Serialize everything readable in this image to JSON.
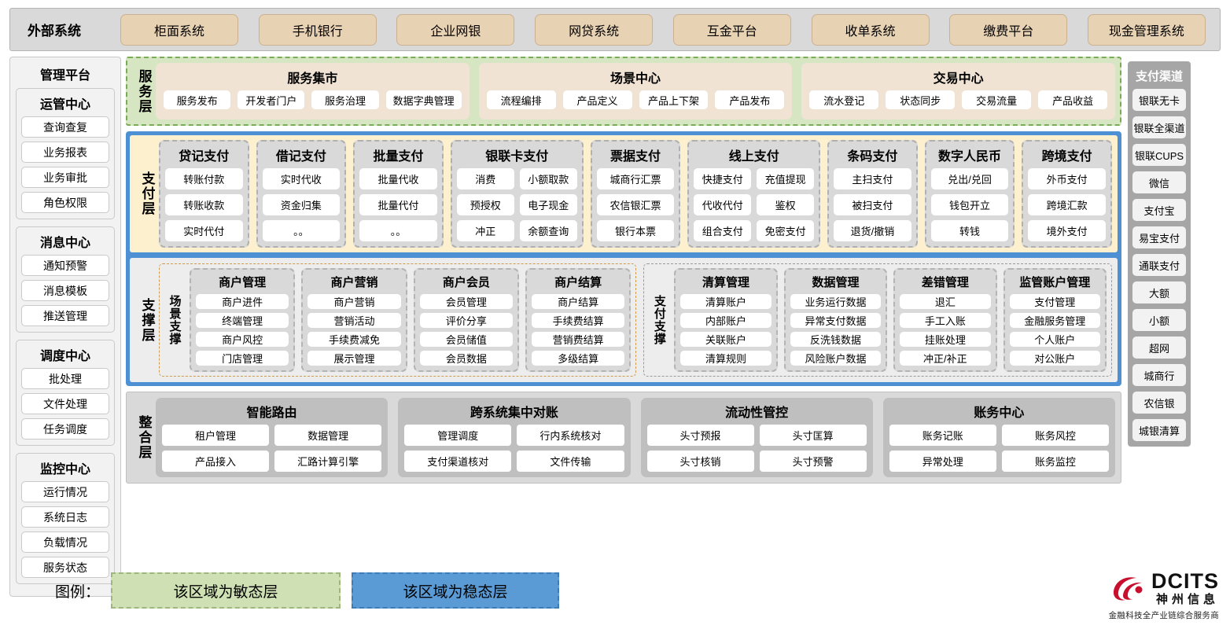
{
  "external": {
    "title": "外部系统",
    "systems": [
      "柜面系统",
      "手机银行",
      "企业网银",
      "网贷系统",
      "互金平台",
      "收单系统",
      "缴费平台",
      "现金管理系统"
    ]
  },
  "management": {
    "title": "管理平台",
    "groups": [
      {
        "title": "运管中心",
        "items": [
          "查询查复",
          "业务报表",
          "业务审批",
          "角色权限"
        ]
      },
      {
        "title": "消息中心",
        "items": [
          "通知预警",
          "消息模板",
          "推送管理"
        ]
      },
      {
        "title": "调度中心",
        "items": [
          "批处理",
          "文件处理",
          "任务调度"
        ]
      },
      {
        "title": "监控中心",
        "items": [
          "运行情况",
          "系统日志",
          "负载情况",
          "服务状态"
        ]
      }
    ]
  },
  "channels": {
    "title": "支付渠道",
    "items": [
      "银联无卡",
      "银联全渠道",
      "银联CUPS",
      "微信",
      "支付宝",
      "易宝支付",
      "通联支付",
      "大额",
      "小额",
      "超网",
      "城商行",
      "农信银",
      "城银清算"
    ]
  },
  "service_layer": {
    "label": "服务层",
    "groups": [
      {
        "title": "服务集市",
        "items": [
          "服务发布",
          "开发者门户",
          "服务治理",
          "数据字典管理"
        ]
      },
      {
        "title": "场景中心",
        "items": [
          "流程编排",
          "产品定义",
          "产品上下架",
          "产品发布"
        ]
      },
      {
        "title": "交易中心",
        "items": [
          "流水登记",
          "状态同步",
          "交易流量",
          "产品收益"
        ]
      }
    ]
  },
  "payment_layer": {
    "label": "支付层",
    "groups": [
      {
        "title": "贷记支付",
        "cols": 1,
        "rows": [
          [
            "转账付款"
          ],
          [
            "转账收款"
          ],
          [
            "实时代付"
          ]
        ]
      },
      {
        "title": "借记支付",
        "cols": 1,
        "rows": [
          [
            "实时代收"
          ],
          [
            "资金归集"
          ],
          [
            "。。"
          ]
        ]
      },
      {
        "title": "批量支付",
        "cols": 1,
        "rows": [
          [
            "批量代收"
          ],
          [
            "批量代付"
          ],
          [
            "。。"
          ]
        ]
      },
      {
        "title": "银联卡支付",
        "cols": 2,
        "rows": [
          [
            "消费",
            "小额取款"
          ],
          [
            "预授权",
            "电子现金"
          ],
          [
            "冲正",
            "余额查询"
          ]
        ]
      },
      {
        "title": "票据支付",
        "cols": 1,
        "rows": [
          [
            "城商行汇票"
          ],
          [
            "农信银汇票"
          ],
          [
            "银行本票"
          ]
        ]
      },
      {
        "title": "线上支付",
        "cols": 2,
        "rows": [
          [
            "快捷支付",
            "充值提现"
          ],
          [
            "代收代付",
            "鉴权"
          ],
          [
            "组合支付",
            "免密支付"
          ]
        ]
      },
      {
        "title": "条码支付",
        "cols": 1,
        "rows": [
          [
            "主扫支付"
          ],
          [
            "被扫支付"
          ],
          [
            "退货/撤销"
          ]
        ]
      },
      {
        "title": "数字人民币",
        "cols": 1,
        "rows": [
          [
            "兑出/兑回"
          ],
          [
            "钱包开立"
          ],
          [
            "转钱"
          ]
        ]
      },
      {
        "title": "跨境支付",
        "cols": 1,
        "rows": [
          [
            "外币支付"
          ],
          [
            "跨境汇款"
          ],
          [
            "境外支付"
          ]
        ]
      }
    ]
  },
  "support_layer": {
    "label": "支撑层",
    "zones": [
      {
        "label": "场景支撑",
        "groups": [
          {
            "title": "商户管理",
            "items": [
              "商户进件",
              "终端管理",
              "商户风控",
              "门店管理"
            ]
          },
          {
            "title": "商户营销",
            "items": [
              "商户营销",
              "营销活动",
              "手续费减免",
              "展示管理"
            ]
          },
          {
            "title": "商户会员",
            "items": [
              "会员管理",
              "评价分享",
              "会员储值",
              "会员数据"
            ]
          },
          {
            "title": "商户结算",
            "items": [
              "商户结算",
              "手续费结算",
              "营销费结算",
              "多级结算"
            ]
          }
        ]
      },
      {
        "label": "支付支撑",
        "groups": [
          {
            "title": "清算管理",
            "items": [
              "清算账户",
              "内部账户",
              "关联账户",
              "清算规则"
            ]
          },
          {
            "title": "数据管理",
            "items": [
              "业务运行数据",
              "异常支付数据",
              "反洗钱数据",
              "风险账户数据"
            ]
          },
          {
            "title": "差错管理",
            "items": [
              "退汇",
              "手工入账",
              "挂账处理",
              "冲正/补正"
            ]
          },
          {
            "title": "监管账户管理",
            "items": [
              "支付管理",
              "金融服务管理",
              "个人账户",
              "对公账户"
            ]
          }
        ]
      }
    ]
  },
  "integration_layer": {
    "label": "整合层",
    "groups": [
      {
        "title": "智能路由",
        "rows": [
          [
            "租户管理",
            "数据管理"
          ],
          [
            "产品接入",
            "汇路计算引擎"
          ]
        ]
      },
      {
        "title": "跨系统集中对账",
        "rows": [
          [
            "管理调度",
            "行内系统核对"
          ],
          [
            "支付渠道核对",
            "文件传输"
          ]
        ]
      },
      {
        "title": "流动性管控",
        "rows": [
          [
            "头寸预报",
            "头寸匡算"
          ],
          [
            "头寸核销",
            "头寸预警"
          ]
        ]
      },
      {
        "title": "账务中心",
        "rows": [
          [
            "账务记账",
            "账务风控"
          ],
          [
            "异常处理",
            "账务监控"
          ]
        ]
      }
    ]
  },
  "legend": {
    "label": "图例：",
    "agile": "该区域为敏态层",
    "stable": "该区域为稳态层",
    "agile_color": "#cfe0b4",
    "stable_color": "#5b9bd5"
  },
  "logo": {
    "brand": "DCITS",
    "brand_cn": "神州信息",
    "tagline": "金融科技全产业链综合服务商",
    "mark_color": "#c8102e"
  }
}
